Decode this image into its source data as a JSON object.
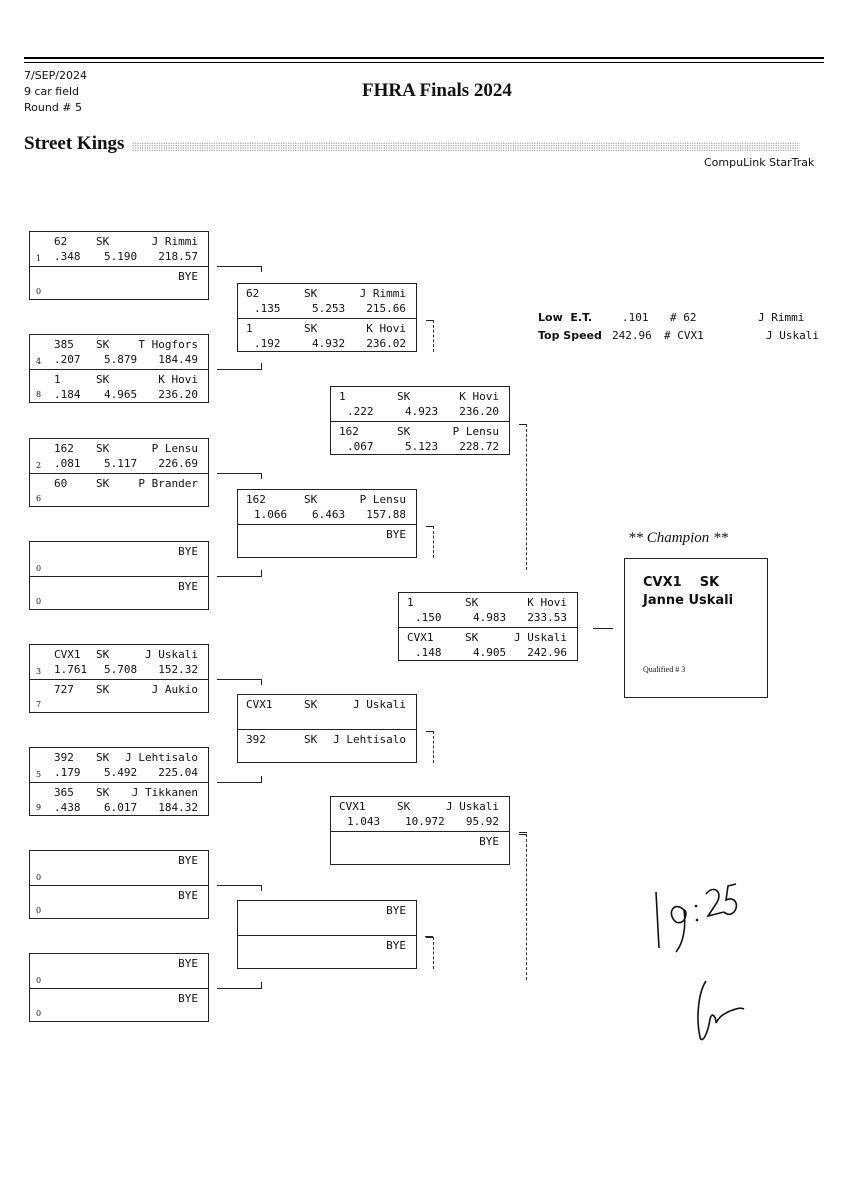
{
  "header": {
    "date": "7/SEP/2024",
    "field": "9 car field",
    "round": "Round # 5",
    "title": "FHRA Finals 2024",
    "class_name": "Street Kings",
    "software": "CompuLink StarTrak"
  },
  "stats": {
    "low_et_label": "Low  E.T.",
    "low_et_value": ".101",
    "low_et_car": "# 62",
    "low_et_driver": "J Rimmi",
    "top_speed_label": "Top Speed",
    "top_speed_value": "242.96",
    "top_speed_car": "# CVX1",
    "top_speed_driver": "J Uskali"
  },
  "round1": [
    {
      "top": {
        "car": "62",
        "cls": "SK",
        "driver": "J Rimmi",
        "rt": ".348",
        "et": "5.190",
        "mph": "218.57",
        "seed": "1"
      },
      "bot": {
        "car": "",
        "cls": "",
        "driver": "BYE",
        "rt": "",
        "et": "",
        "mph": "",
        "seed": "0"
      }
    },
    {
      "top": {
        "car": "385",
        "cls": "SK",
        "driver": "T Hogfors",
        "rt": ".207",
        "et": "5.879",
        "mph": "184.49",
        "seed": "4"
      },
      "bot": {
        "car": "1",
        "cls": "SK",
        "driver": "K Hovi",
        "rt": ".184",
        "et": "4.965",
        "mph": "236.20",
        "seed": "8"
      }
    },
    {
      "top": {
        "car": "162",
        "cls": "SK",
        "driver": "P Lensu",
        "rt": ".081",
        "et": "5.117",
        "mph": "226.69",
        "seed": "2"
      },
      "bot": {
        "car": "60",
        "cls": "SK",
        "driver": "P Brander",
        "rt": "",
        "et": "",
        "mph": "",
        "seed": "6"
      }
    },
    {
      "top": {
        "car": "",
        "cls": "",
        "driver": "BYE",
        "rt": "",
        "et": "",
        "mph": "",
        "seed": "0"
      },
      "bot": {
        "car": "",
        "cls": "",
        "driver": "BYE",
        "rt": "",
        "et": "",
        "mph": "",
        "seed": "0"
      }
    },
    {
      "top": {
        "car": "CVX1",
        "cls": "SK",
        "driver": "J Uskali",
        "rt": "1.761",
        "et": "5.708",
        "mph": "152.32",
        "seed": "3"
      },
      "bot": {
        "car": "727",
        "cls": "SK",
        "driver": "J Aukio",
        "rt": "",
        "et": "",
        "mph": "",
        "seed": "7"
      }
    },
    {
      "top": {
        "car": "392",
        "cls": "SK",
        "driver": "J Lehtisalo",
        "rt": ".179",
        "et": "5.492",
        "mph": "225.04",
        "seed": "5"
      },
      "bot": {
        "car": "365",
        "cls": "SK",
        "driver": "J Tikkanen",
        "rt": ".438",
        "et": "6.017",
        "mph": "184.32",
        "seed": "9"
      }
    },
    {
      "top": {
        "car": "",
        "cls": "",
        "driver": "BYE",
        "rt": "",
        "et": "",
        "mph": "",
        "seed": "0"
      },
      "bot": {
        "car": "",
        "cls": "",
        "driver": "BYE",
        "rt": "",
        "et": "",
        "mph": "",
        "seed": "0"
      }
    },
    {
      "top": {
        "car": "",
        "cls": "",
        "driver": "BYE",
        "rt": "",
        "et": "",
        "mph": "",
        "seed": "0"
      },
      "bot": {
        "car": "",
        "cls": "",
        "driver": "BYE",
        "rt": "",
        "et": "",
        "mph": "",
        "seed": "0"
      }
    }
  ],
  "round2": [
    {
      "top": {
        "car": "62",
        "cls": "SK",
        "driver": "J Rimmi",
        "rt": ".135",
        "et": "5.253",
        "mph": "215.66"
      },
      "bot": {
        "car": "1",
        "cls": "SK",
        "driver": "K Hovi",
        "rt": ".192",
        "et": "4.932",
        "mph": "236.02"
      }
    },
    {
      "top": {
        "car": "162",
        "cls": "SK",
        "driver": "P Lensu",
        "rt": "1.066",
        "et": "6.463",
        "mph": "157.88"
      },
      "bot": {
        "car": "",
        "cls": "",
        "driver": "BYE",
        "rt": "",
        "et": "",
        "mph": ""
      }
    },
    {
      "top": {
        "car": "CVX1",
        "cls": "SK",
        "driver": "J Uskali",
        "rt": "",
        "et": "",
        "mph": ""
      },
      "bot": {
        "car": "392",
        "cls": "SK",
        "driver": "J Lehtisalo",
        "rt": "",
        "et": "",
        "mph": ""
      }
    },
    {
      "top": {
        "car": "",
        "cls": "",
        "driver": "BYE",
        "rt": "",
        "et": "",
        "mph": ""
      },
      "bot": {
        "car": "",
        "cls": "",
        "driver": "BYE",
        "rt": "",
        "et": "",
        "mph": ""
      }
    }
  ],
  "round3": [
    {
      "top": {
        "car": "1",
        "cls": "SK",
        "driver": "K Hovi",
        "rt": ".222",
        "et": "4.923",
        "mph": "236.20"
      },
      "bot": {
        "car": "162",
        "cls": "SK",
        "driver": "P Lensu",
        "rt": ".067",
        "et": "5.123",
        "mph": "228.72"
      }
    },
    {
      "top": {
        "car": "CVX1",
        "cls": "SK",
        "driver": "J Uskali",
        "rt": "1.043",
        "et": "10.972",
        "mph": "95.92"
      },
      "bot": {
        "car": "",
        "cls": "",
        "driver": "BYE",
        "rt": "",
        "et": "",
        "mph": ""
      }
    }
  ],
  "final": {
    "top": {
      "car": "1",
      "cls": "SK",
      "driver": "K Hovi",
      "rt": ".150",
      "et": "4.983",
      "mph": "233.53"
    },
    "bot": {
      "car": "CVX1",
      "cls": "SK",
      "driver": "J Uskali",
      "rt": ".148",
      "et": "4.905",
      "mph": "242.96"
    }
  },
  "champion": {
    "heading": "** Champion **",
    "car_class": "CVX1    SK",
    "driver": "Janne Uskali",
    "qualified": "Qualified # 3"
  },
  "handwritten": {
    "time": "19:25"
  }
}
